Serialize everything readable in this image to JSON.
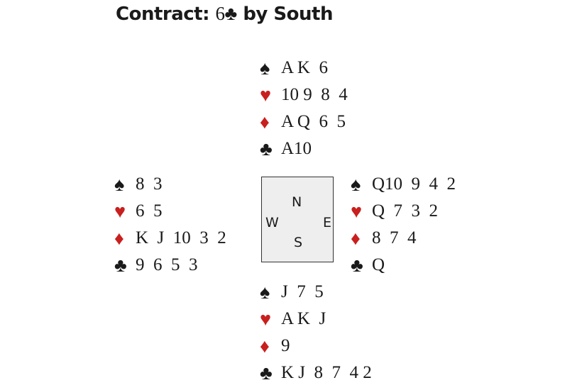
{
  "title": {
    "prefix": "Contract: ",
    "level": "6",
    "suit": "♣",
    "suffix": " by South"
  },
  "suits": {
    "spades": "♠",
    "hearts": "♥",
    "diamonds": "♦",
    "clubs": "♣"
  },
  "colors": {
    "red": "#c8201e",
    "black": "#1a1a1a"
  },
  "compass": {
    "n": "N",
    "s": "S",
    "e": "E",
    "w": "W"
  },
  "hands": {
    "north": {
      "spades": "A K  6",
      "hearts": "10 9  8  4",
      "diamonds": "A Q  6  5",
      "clubs": "A10"
    },
    "west": {
      "spades": "8  3",
      "hearts": "6  5",
      "diamonds": "K  J  10  3  2",
      "clubs": "9  6  5  3"
    },
    "east": {
      "spades": "Q10  9  4  2",
      "hearts": "Q  7  3  2",
      "diamonds": "8  7  4",
      "clubs": "Q"
    },
    "south": {
      "spades": "J  7  5",
      "hearts": "A K  J",
      "diamonds": "9",
      "clubs": "K J  8  7  4 2"
    }
  }
}
